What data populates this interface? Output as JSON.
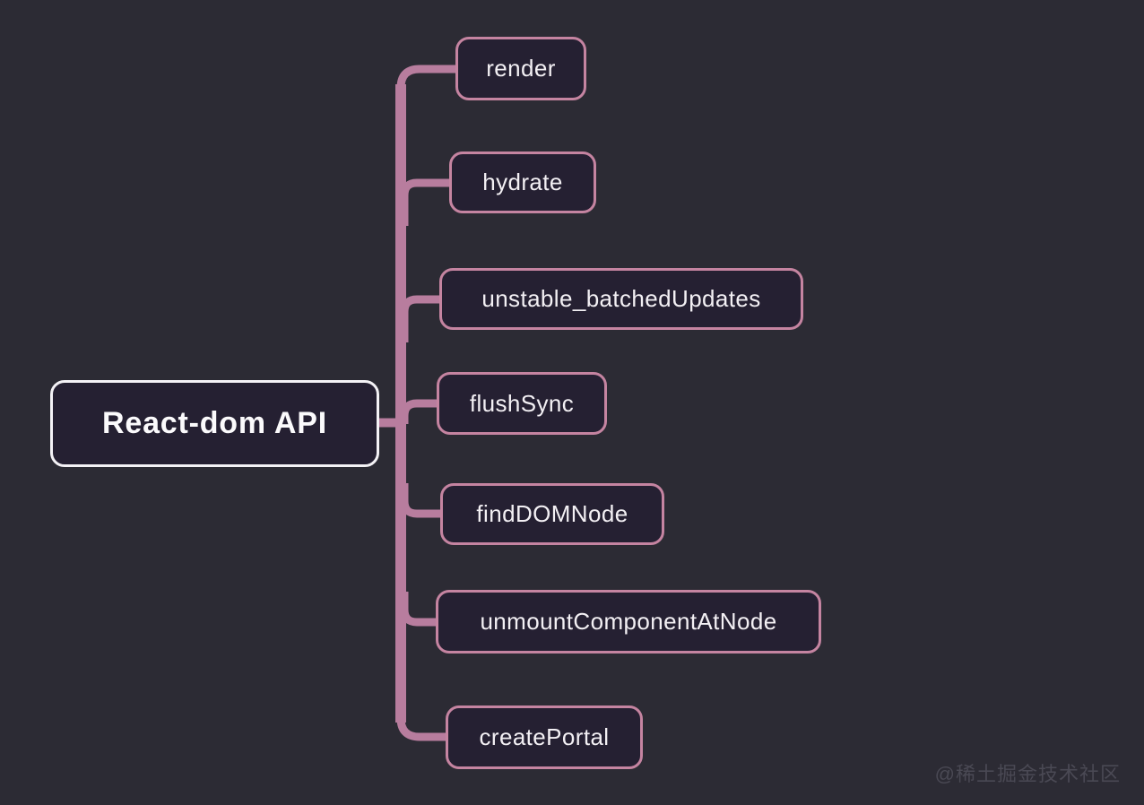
{
  "root": {
    "label": "React-dom API"
  },
  "children": [
    {
      "label": "render"
    },
    {
      "label": "hydrate"
    },
    {
      "label": "unstable_batchedUpdates"
    },
    {
      "label": "flushSync"
    },
    {
      "label": "findDOMNode"
    },
    {
      "label": "unmountComponentAtNode"
    },
    {
      "label": "createPortal"
    }
  ],
  "watermark": {
    "text": "@稀土掘金技术社区"
  },
  "colors": {
    "background": "#2c2b34",
    "node_fill": "#252032",
    "node_border": "#c584a1",
    "root_border": "#f4f2f6",
    "connector": "#b87d9e",
    "text": "#f3f0f4",
    "watermark": "#4a4954"
  }
}
